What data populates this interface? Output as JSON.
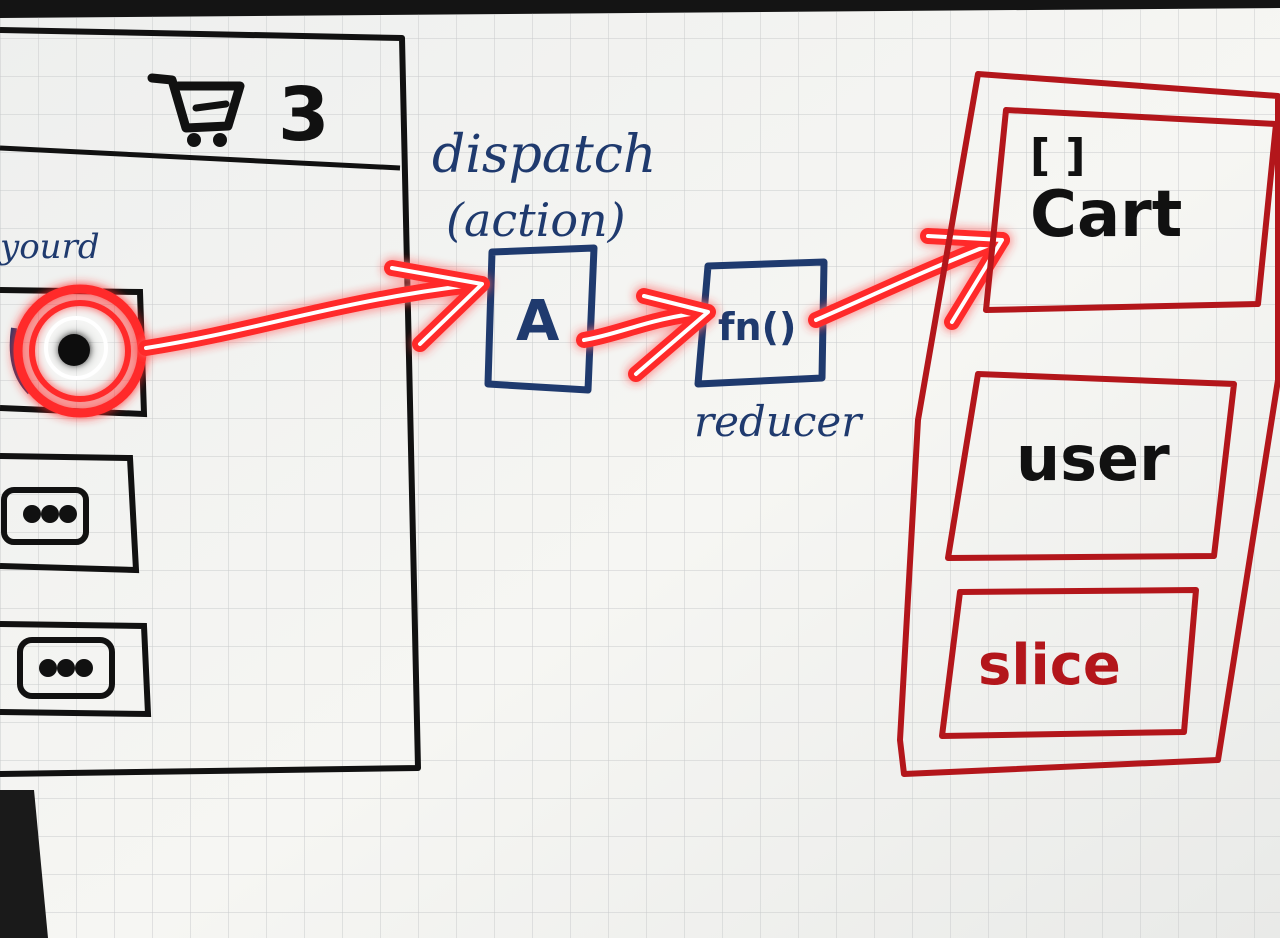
{
  "cart": {
    "count": "3",
    "button_label": "yourd"
  },
  "flow": {
    "dispatch_label": "dispatch",
    "action_label": "(action)",
    "action_box_letter": "A",
    "function_box_text": "fn()",
    "reducer_label": "reducer"
  },
  "store": {
    "cart_slice_brackets": "[ ]",
    "cart_slice_label": "Cart",
    "user_slice_label": "user",
    "slice_label": "slice"
  },
  "colors": {
    "ink_black": "#111111",
    "ink_blue": "#1f3a6e",
    "ink_red": "#b3161b",
    "glow_red": "#ff2a2a",
    "paper": "#f4f4f2",
    "grid": "#c9cbcc"
  }
}
